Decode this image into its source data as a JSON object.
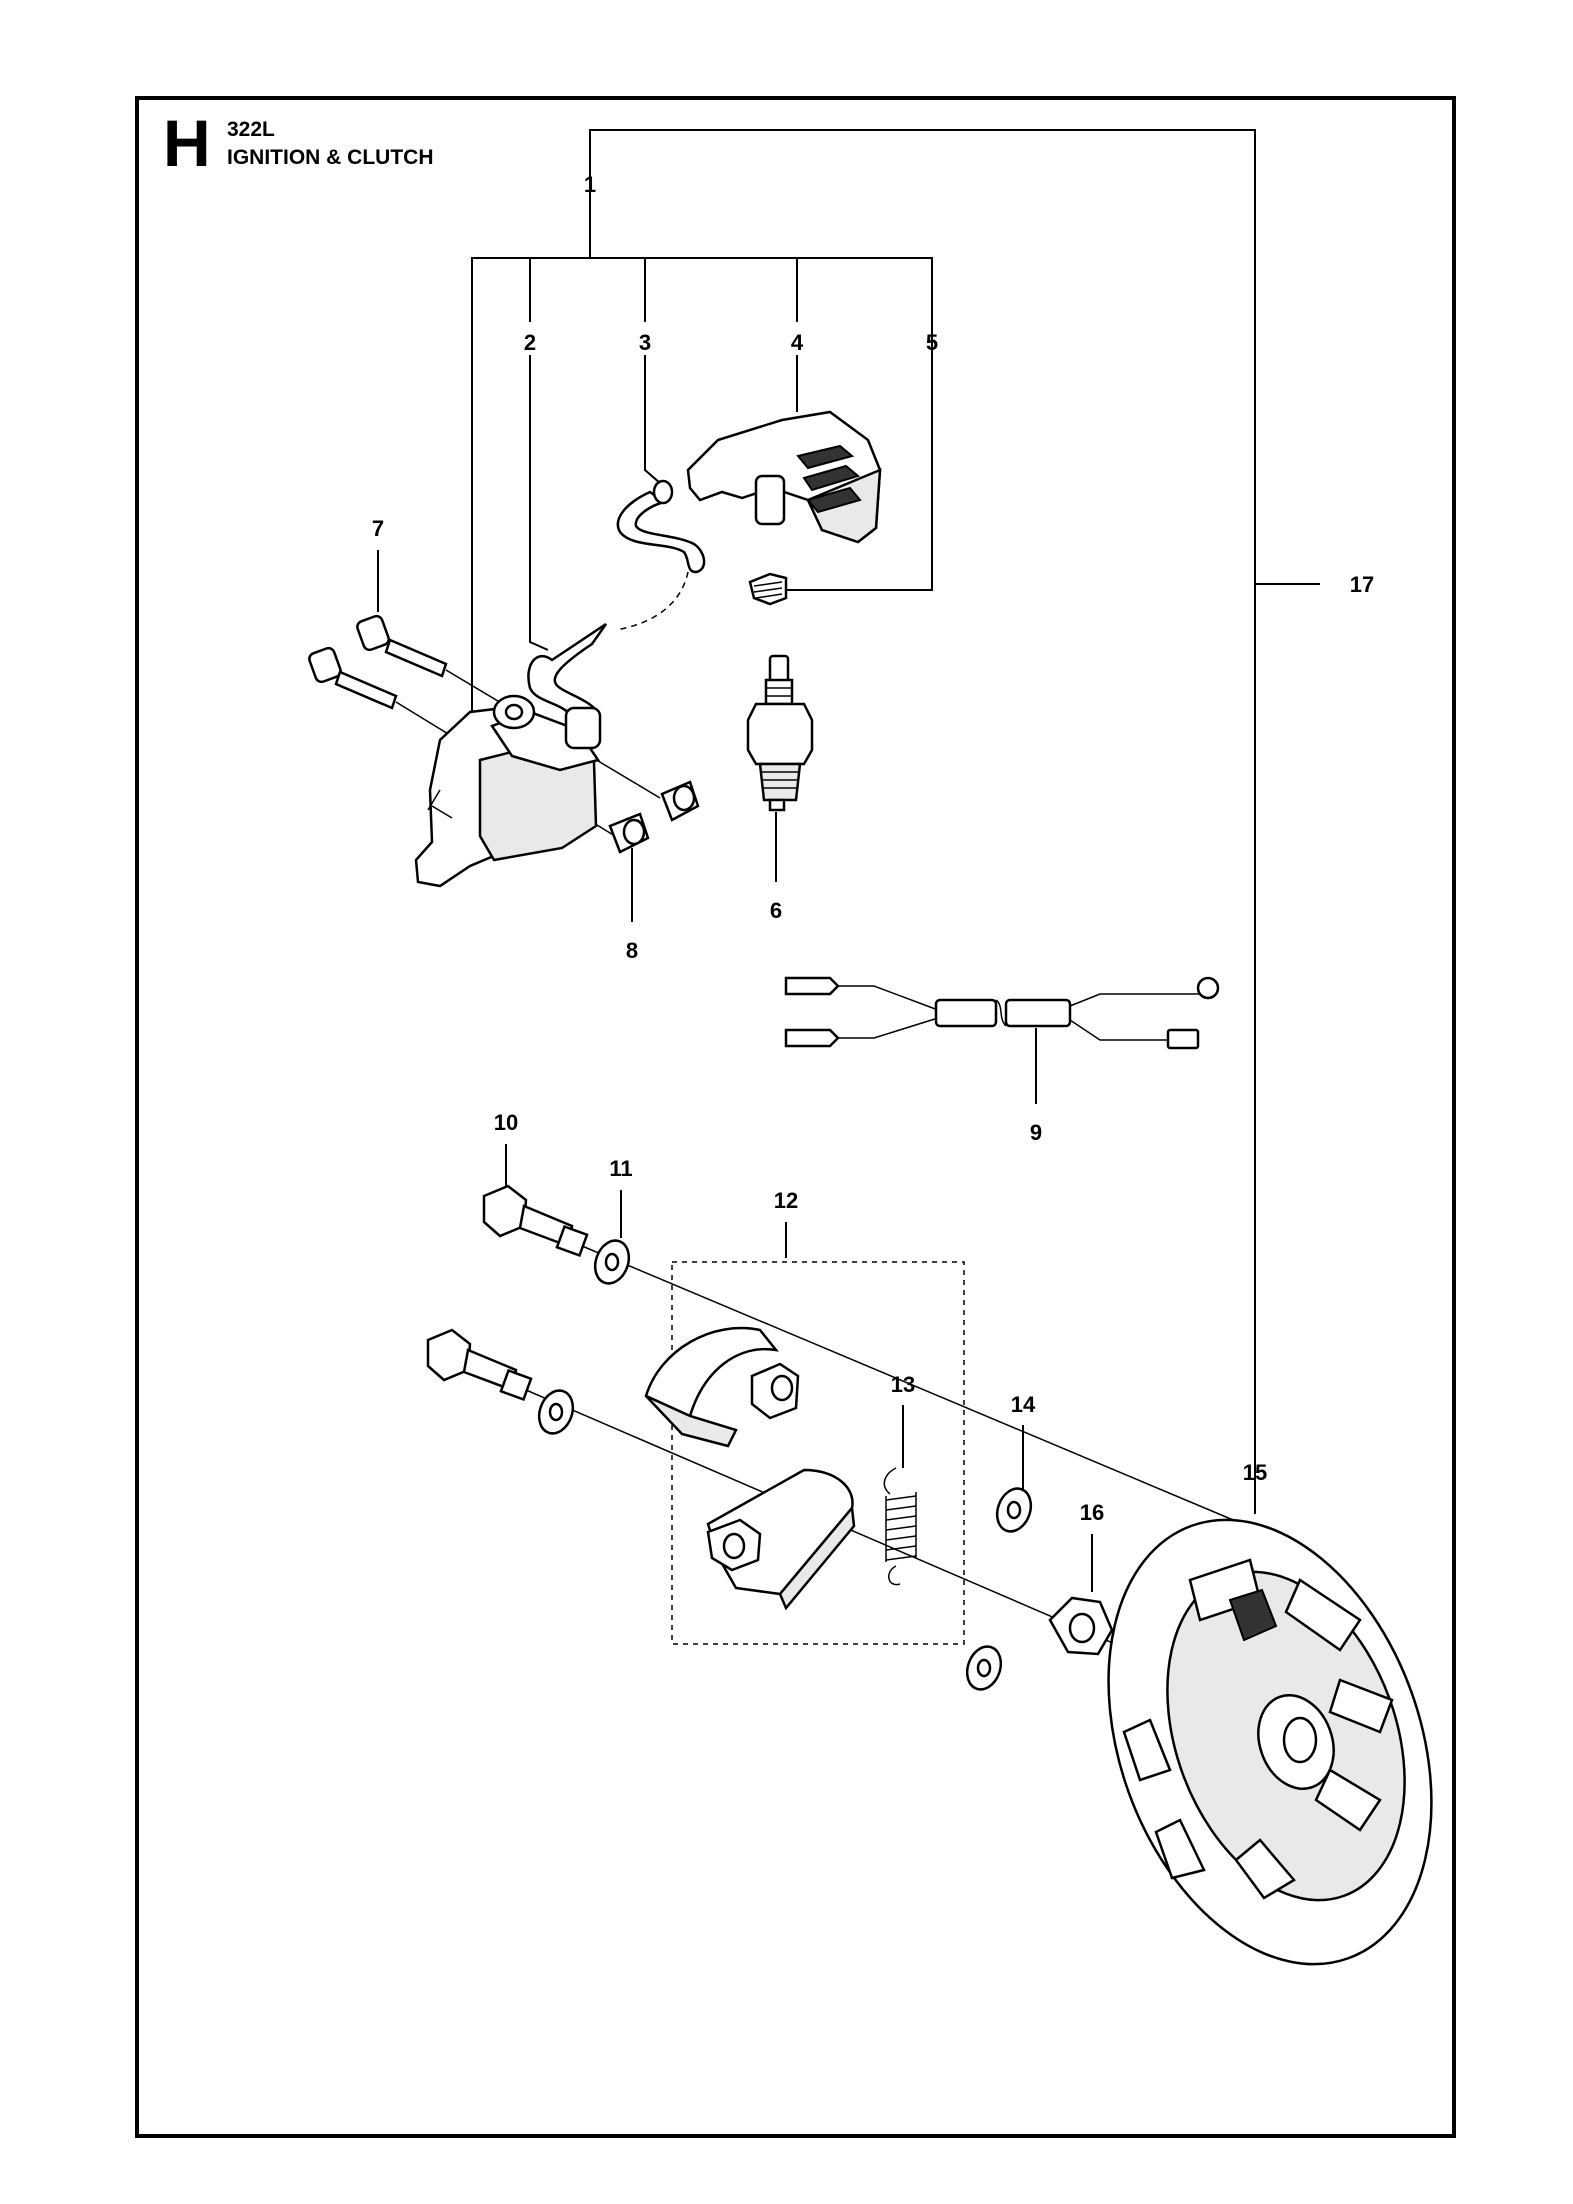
{
  "header": {
    "section_letter": "H",
    "model": "322L",
    "title": "IGNITION & CLUTCH"
  },
  "callouts": [
    "1",
    "2",
    "3",
    "4",
    "5",
    "6",
    "7",
    "8",
    "9",
    "10",
    "11",
    "12",
    "13",
    "14",
    "15",
    "16",
    "17"
  ]
}
